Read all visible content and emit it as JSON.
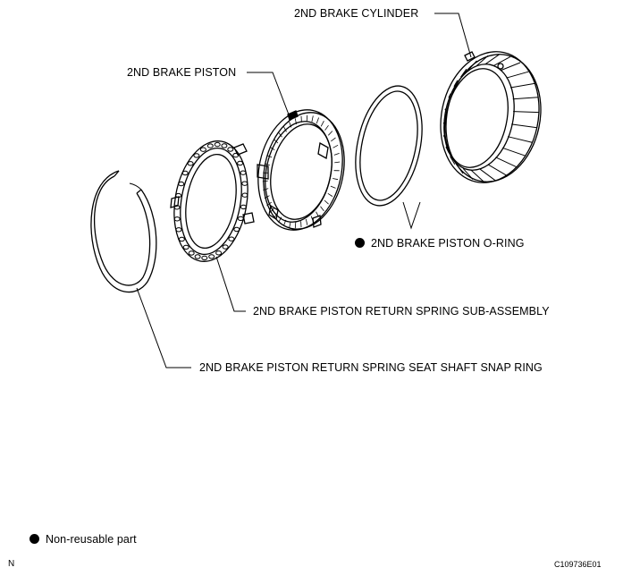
{
  "labels": {
    "cylinder": "2ND BRAKE CYLINDER",
    "piston": "2ND BRAKE PISTON",
    "oring": "2ND BRAKE PISTON O-RING",
    "return_spring": "2ND BRAKE PISTON RETURN SPRING SUB-ASSEMBLY",
    "snap_ring": "2ND BRAKE PISTON RETURN SPRING SEAT SHAFT SNAP RING"
  },
  "legend": {
    "icon": "filled-circle",
    "text": "Non-reusable part"
  },
  "footer": {
    "left_mark": "N",
    "figure_code": "C109736E01"
  }
}
